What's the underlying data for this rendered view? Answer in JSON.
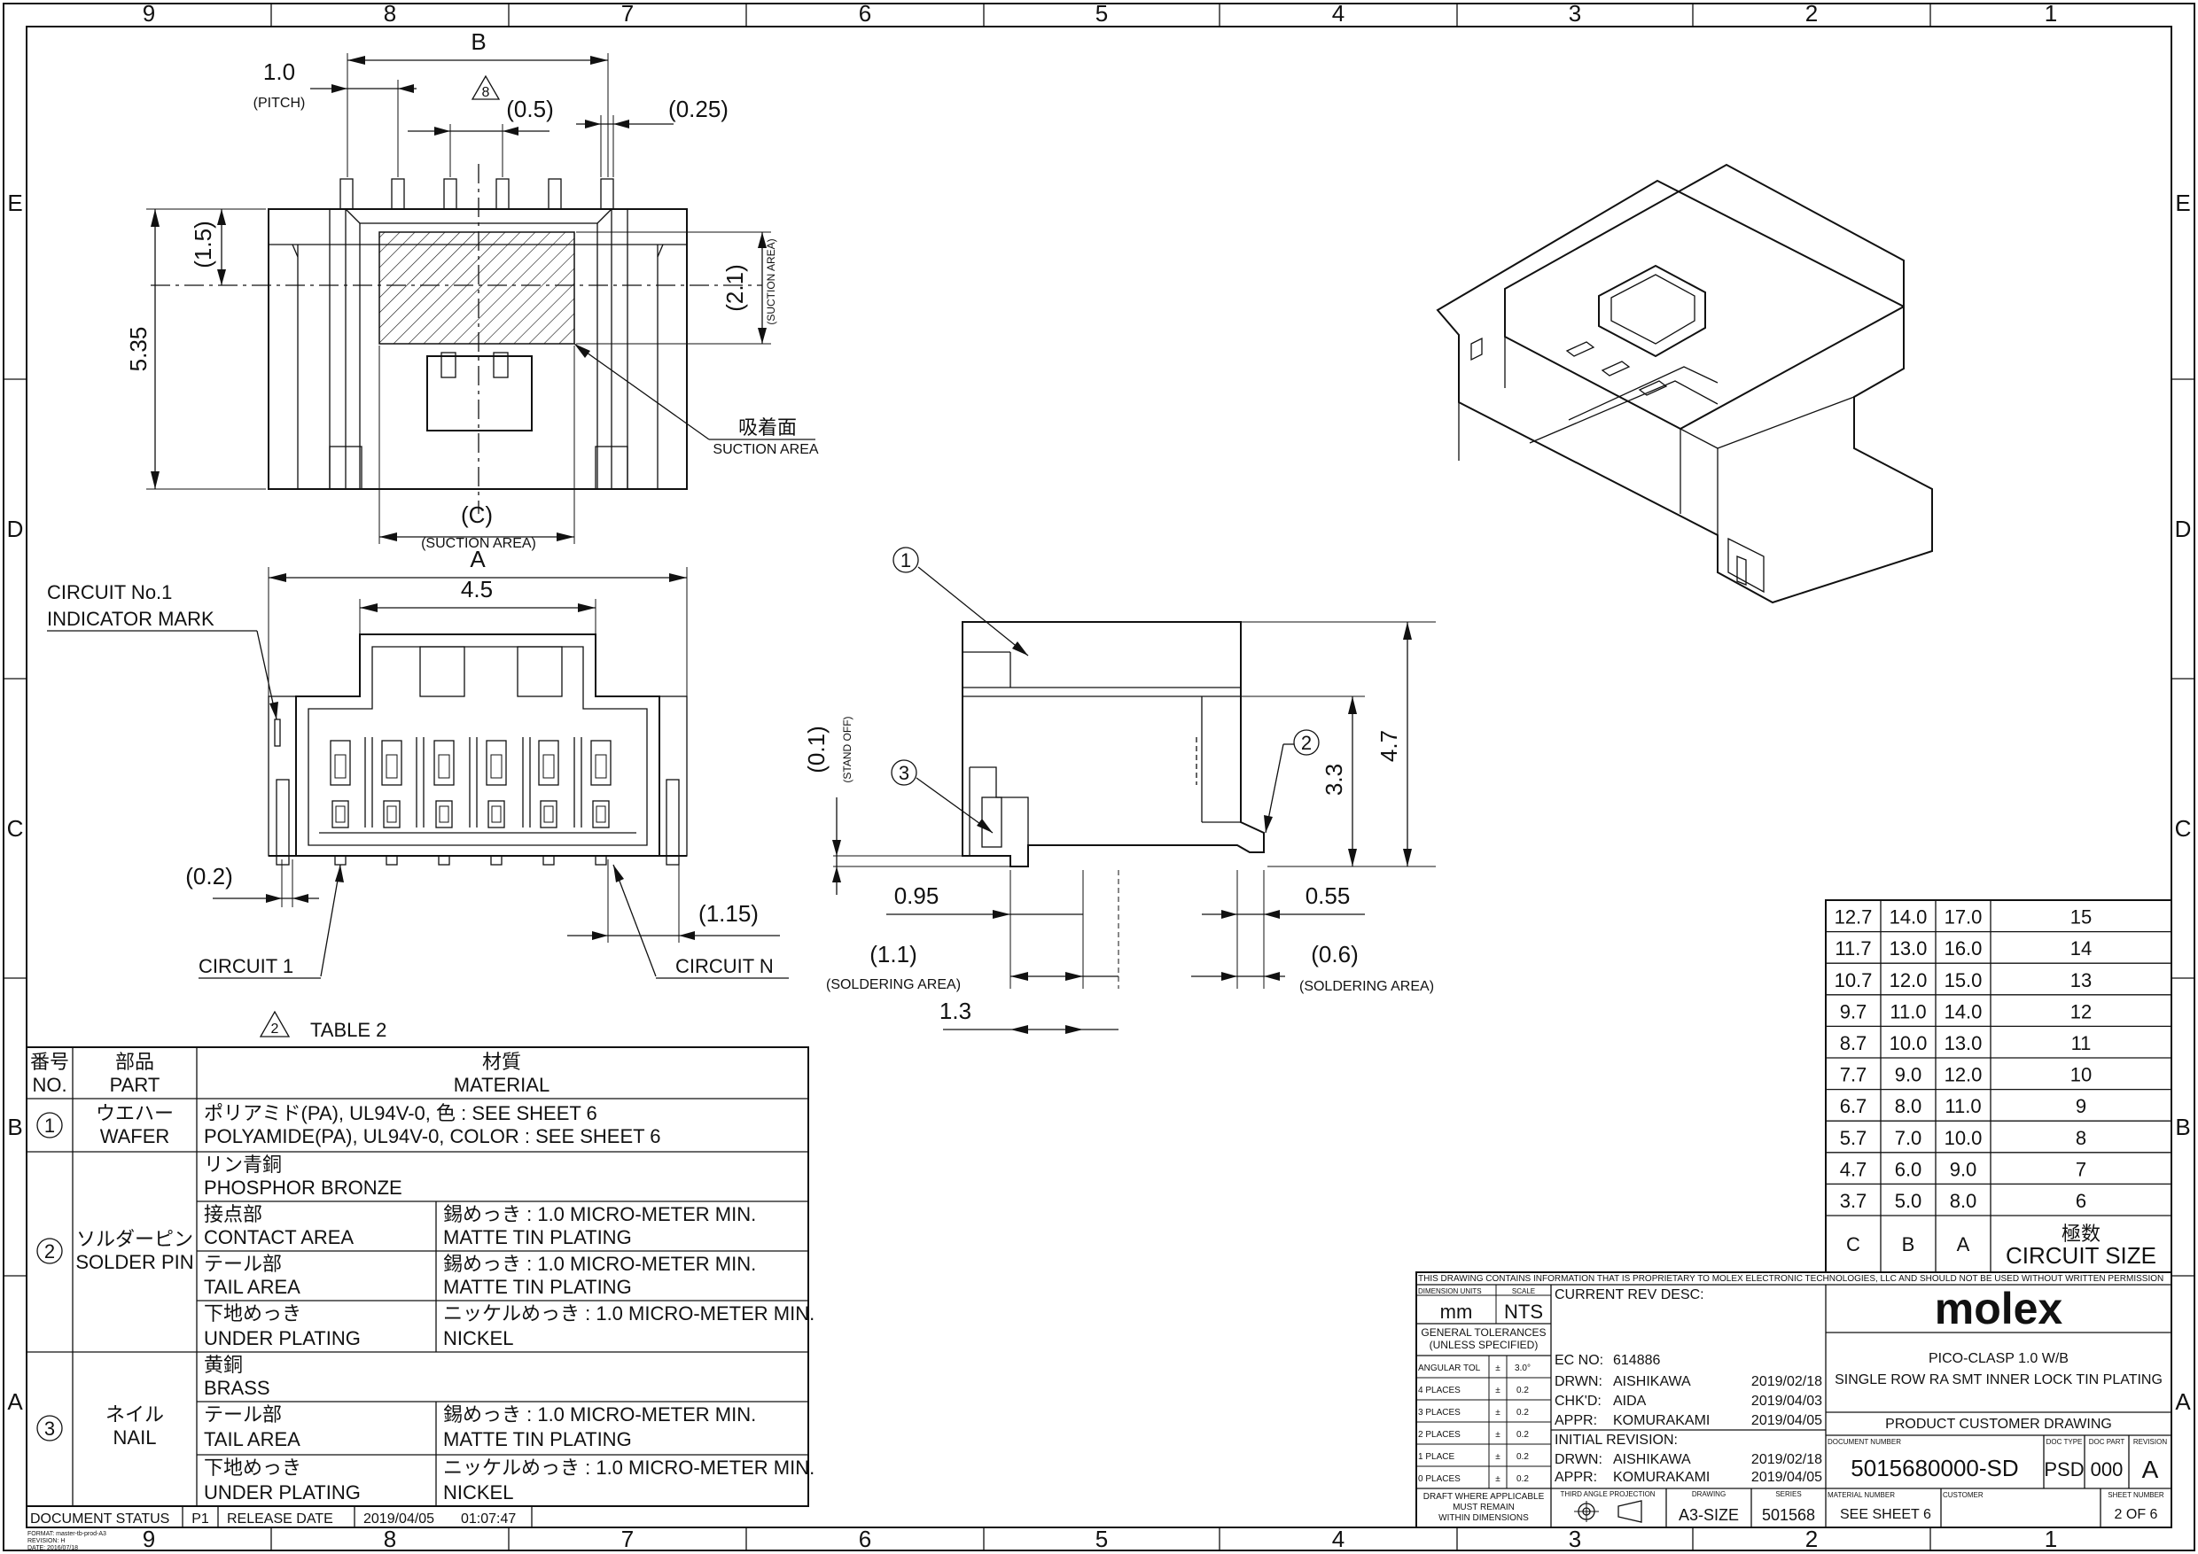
{
  "border": {
    "columns": [
      "9",
      "8",
      "7",
      "6",
      "5",
      "4",
      "3",
      "2",
      "1"
    ],
    "rows": [
      "E",
      "D",
      "C",
      "B",
      "A"
    ]
  },
  "top_view": {
    "dim_B": "B",
    "dim_pitch": "1.0",
    "pitch_note": "(PITCH)",
    "note_triangle": "8",
    "dim_05": "(0.5)",
    "dim_025": "(0.25)",
    "dim_15": "(1.5)",
    "dim_535": "5.35",
    "dim_21": "(2.1)",
    "suction_area_note": "(SUCTION AREA)",
    "suction_jp": "吸着面",
    "suction_en": "SUCTION AREA",
    "dim_C": "(C)",
    "suction_area_c": "(SUCTION AREA)"
  },
  "front_view": {
    "dim_A": "A",
    "dim_45": "4.5",
    "circuit_no1": "CIRCUIT No.1",
    "indicator_mark": "INDICATOR MARK",
    "dim_02": "(0.2)",
    "dim_115": "(1.15)",
    "circuit_1": "CIRCUIT 1",
    "circuit_n": "CIRCUIT N"
  },
  "side_view": {
    "callout_1": "1",
    "callout_2": "2",
    "callout_3": "3",
    "dim_01": "(0.1)",
    "stand_off": "(STAND OFF)",
    "dim_33": "3.3",
    "dim_47": "4.7",
    "dim_095": "0.95",
    "dim_055": "0.55",
    "dim_11": "(1.1)",
    "soldering_area_l": "(SOLDERING AREA)",
    "dim_06": "(0.6)",
    "soldering_area_r": "(SOLDERING AREA)",
    "dim_13": "1.3"
  },
  "table2": {
    "triangle": "2",
    "title": "TABLE 2",
    "header": {
      "no_jp": "番号",
      "no_en": "NO.",
      "part_jp": "部品",
      "part_en": "PART",
      "mat_jp": "材質",
      "mat_en": "MATERIAL"
    },
    "row1": {
      "no": "1",
      "part_jp": "ウエハー",
      "part_en": "WAFER",
      "mat_jp": "ポリアミド(PA), UL94V-0, 色 : SEE SHEET 6",
      "mat_en": "POLYAMIDE(PA), UL94V-0, COLOR : SEE SHEET 6"
    },
    "row2": {
      "no": "2",
      "part_jp": "ソルダーピン",
      "part_en": "SOLDER PIN",
      "base_jp": "リン青銅",
      "base_en": "PHOSPHOR BRONZE",
      "subs": [
        {
          "a_jp": "接点部",
          "a_en": "CONTACT AREA",
          "b_jp": "錫めっき : 1.0 MICRO-METER MIN.",
          "b_en": "MATTE TIN PLATING"
        },
        {
          "a_jp": "テール部",
          "a_en": "TAIL AREA",
          "b_jp": "錫めっき : 1.0 MICRO-METER MIN.",
          "b_en": "MATTE TIN PLATING"
        },
        {
          "a_jp": "下地めっき",
          "a_en": "UNDER PLATING",
          "b_jp": "ニッケルめっき : 1.0 MICRO-METER MIN.",
          "b_en": "NICKEL"
        }
      ]
    },
    "row3": {
      "no": "3",
      "part_jp": "ネイル",
      "part_en": "NAIL",
      "base_jp": "黄銅",
      "base_en": "BRASS",
      "subs": [
        {
          "a_jp": "テール部",
          "a_en": "TAIL AREA",
          "b_jp": "錫めっき : 1.0 MICRO-METER MIN.",
          "b_en": "MATTE TIN PLATING"
        },
        {
          "a_jp": "下地めっき",
          "a_en": "UNDER PLATING",
          "b_jp": "ニッケルめっき : 1.0 MICRO-METER MIN.",
          "b_en": "NICKEL"
        }
      ]
    }
  },
  "doc_status": {
    "label": "DOCUMENT STATUS",
    "status": "P1",
    "release_label": "RELEASE DATE",
    "release_date": "2019/04/05",
    "release_time": "01:07:47",
    "format": "FORMAT: master-tb-prod-A3",
    "revision": "REVISION: H",
    "date": "DATE: 2016/07/18"
  },
  "circuit_table": {
    "rows": [
      [
        "12.7",
        "14.0",
        "17.0",
        "15"
      ],
      [
        "11.7",
        "13.0",
        "16.0",
        "14"
      ],
      [
        "10.7",
        "12.0",
        "15.0",
        "13"
      ],
      [
        "9.7",
        "11.0",
        "14.0",
        "12"
      ],
      [
        "8.7",
        "10.0",
        "13.0",
        "11"
      ],
      [
        "7.7",
        "9.0",
        "12.0",
        "10"
      ],
      [
        "6.7",
        "8.0",
        "11.0",
        "9"
      ],
      [
        "5.7",
        "7.0",
        "10.0",
        "8"
      ],
      [
        "4.7",
        "6.0",
        "9.0",
        "7"
      ],
      [
        "3.7",
        "5.0",
        "8.0",
        "6"
      ]
    ],
    "h_c": "C",
    "h_b": "B",
    "h_a": "A",
    "h_size_jp": "極数",
    "h_size_en": "CIRCUIT SIZE"
  },
  "title_block": {
    "proprietary": "THIS DRAWING CONTAINS INFORMATION THAT IS PROPRIETARY TO MOLEX ELECTRONIC TECHNOLOGIES, LLC AND SHOULD NOT BE USED WITHOUT WRITTEN PERMISSION",
    "dim_units_label": "DIMENSION UNITS",
    "scale_label": "SCALE",
    "units": "mm",
    "scale": "NTS",
    "gen_tol": "GENERAL TOLERANCES",
    "unless": "(UNLESS SPECIFIED)",
    "tolerances": [
      {
        "label": "ANGULAR TOL",
        "pm": "±",
        "val": "3.0°"
      },
      {
        "label": "4 PLACES",
        "pm": "±",
        "val": "0.2"
      },
      {
        "label": "3 PLACES",
        "pm": "±",
        "val": "0.2"
      },
      {
        "label": "2 PLACES",
        "pm": "±",
        "val": "0.2"
      },
      {
        "label": "1 PLACE",
        "pm": "±",
        "val": "0.2"
      },
      {
        "label": "0 PLACES",
        "pm": "±",
        "val": "0.2"
      }
    ],
    "draft_note1": "DRAFT WHERE APPLICABLE",
    "draft_note2": "MUST REMAIN",
    "draft_note3": "WITHIN DIMENSIONS",
    "current_rev": "CURRENT REV DESC:",
    "ec_label": "EC NO:",
    "ec_no": "614886",
    "drwn_label": "DRWN:",
    "drwn": "AISHIKAWA",
    "drwn_date": "2019/02/18",
    "chkd_label": "CHK'D:",
    "chkd": "AIDA",
    "chkd_date": "2019/04/03",
    "appr_label": "APPR:",
    "appr": "KOMURAKAMI",
    "appr_date": "2019/04/05",
    "initial_rev": "INITIAL REVISION:",
    "i_drwn_label": "DRWN:",
    "i_drwn": "AISHIKAWA",
    "i_drwn_date": "2019/02/18",
    "i_appr_label": "APPR:",
    "i_appr": "KOMURAKAMI",
    "i_appr_date": "2019/04/05",
    "third_angle": "THIRD ANGLE PROJECTION",
    "drawing_label": "DRAWING",
    "drawing": "A3-SIZE",
    "series_label": "SERIES",
    "series": "501568",
    "logo": "molex",
    "title1": "PICO-CLASP 1.0 W/B",
    "title2": "SINGLE ROW RA SMT INNER LOCK  TIN PLATING",
    "drawing_type": "PRODUCT CUSTOMER DRAWING",
    "docnum_label": "DOCUMENT NUMBER",
    "docnum": "5015680000-SD",
    "doctype_label": "DOC TYPE",
    "doctype": "PSD",
    "docpart_label": "DOC PART",
    "docpart": "000",
    "revision_label": "REVISION",
    "revision": "A",
    "material_label": "MATERIAL NUMBER",
    "material": "SEE SHEET 6",
    "customer_label": "CUSTOMER",
    "customer": "",
    "sheet_label": "SHEET NUMBER",
    "sheet": "2 OF 6"
  }
}
